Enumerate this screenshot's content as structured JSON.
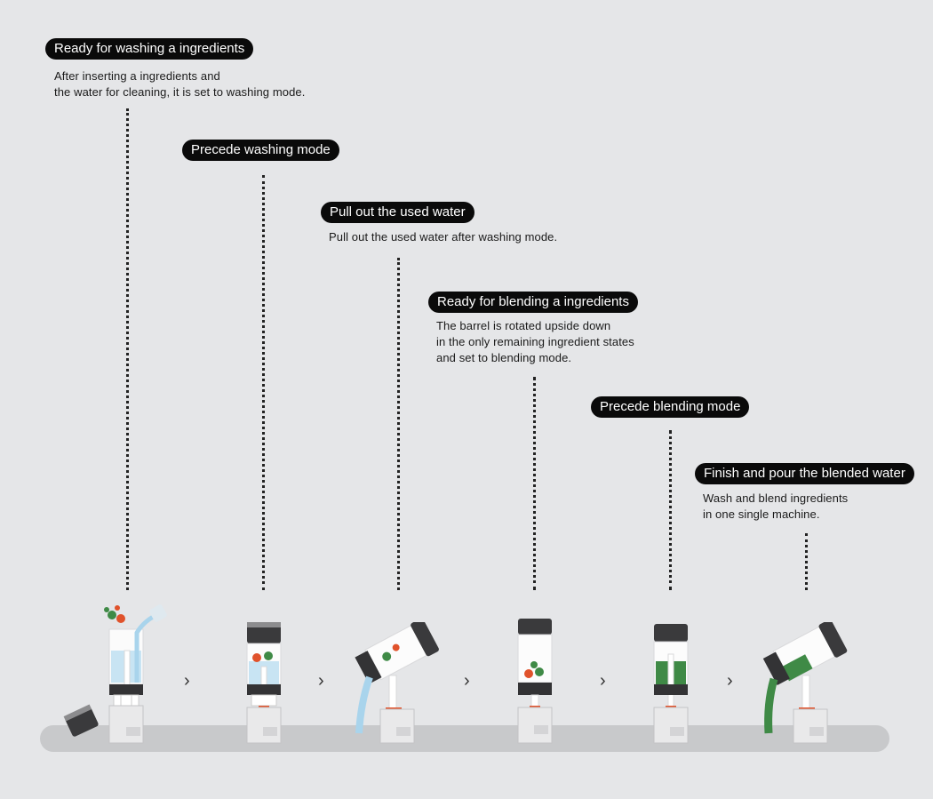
{
  "steps": [
    {
      "title": "Ready for washing a ingredients",
      "desc": [
        "After inserting a ingredients and",
        "the water for cleaning, it is set to washing mode."
      ]
    },
    {
      "title": "Precede washing mode",
      "desc": []
    },
    {
      "title": "Pull out the used water",
      "desc": [
        "Pull out the used water after washing mode."
      ]
    },
    {
      "title": "Ready for blending a ingredients",
      "desc": [
        "The barrel is rotated upside down",
        "in the only remaining ingredient states",
        "and set to blending mode."
      ]
    },
    {
      "title": "Precede blending mode",
      "desc": []
    },
    {
      "title": "Finish and pour the blended water",
      "desc": [
        "Wash and blend ingredients",
        "in one single machine."
      ]
    }
  ],
  "arrow_glyph": "›",
  "colors": {
    "background": "#e5e6e8",
    "pill": "#0a0a0a",
    "track": "#c8c9cb",
    "accent_red": "#e0522b",
    "water_blue": "#a9d4ec",
    "juice_green": "#3f8a46",
    "cap_dark": "#3a3a3c"
  },
  "icons": [
    "blender-machine-icon",
    "strawberry-icon",
    "broccoli-icon",
    "cap-icon"
  ]
}
